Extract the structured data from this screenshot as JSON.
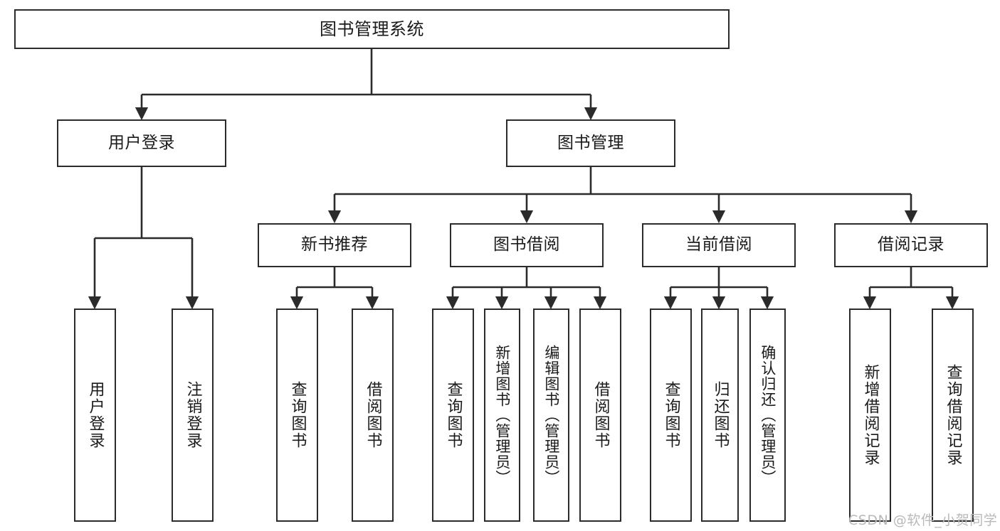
{
  "diagram": {
    "title": "图书管理系统",
    "type": "tree-hierarchy-diagram",
    "stroke_color": "#2b2b2b",
    "fill_color": "#ffffff",
    "text_color": "#1a1a1a"
  },
  "nodes": {
    "root": {
      "label": "图书管理系统"
    },
    "level2": [
      {
        "label": "用户登录"
      },
      {
        "label": "图书管理"
      }
    ],
    "level3": [
      {
        "label": "新书推荐"
      },
      {
        "label": "图书借阅"
      },
      {
        "label": "当前借阅"
      },
      {
        "label": "借阅记录"
      }
    ],
    "leaves_user_login": [
      {
        "label": "用户登录"
      },
      {
        "label": "注销登录"
      }
    ],
    "leaves_new_book": [
      {
        "label": "查询图书"
      },
      {
        "label": "借阅图书"
      }
    ],
    "leaves_borrow": [
      {
        "label": "查询图书"
      },
      {
        "label": "新增图书（管理员）"
      },
      {
        "label": "编辑图书（管理员）"
      },
      {
        "label": "借阅图书"
      }
    ],
    "leaves_current": [
      {
        "label": "查询图书"
      },
      {
        "label": "归还图书"
      },
      {
        "label": "确认归还（管理员）"
      }
    ],
    "leaves_records": [
      {
        "label": "新增借阅记录"
      },
      {
        "label": "查询借阅记录"
      }
    ]
  },
  "watermark": {
    "text": "CSDN @软件_小贺同学"
  }
}
